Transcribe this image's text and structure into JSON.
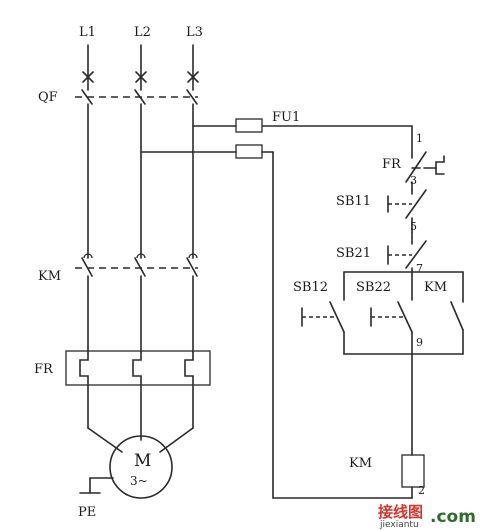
{
  "labels": {
    "l1": "L1",
    "l2": "L2",
    "l3": "L3",
    "qf": "QF",
    "fu1": "FU1",
    "km_main": "KM",
    "fr_main": "FR",
    "motor_m": "M",
    "motor_phase": "3~",
    "pe": "PE",
    "fr_ctrl": "FR",
    "sb11": "SB11",
    "sb21": "SB21",
    "sb12": "SB12",
    "sb22": "SB22",
    "km_aux": "KM",
    "km_coil": "KM"
  },
  "nodes": {
    "n1": "1",
    "n3": "3",
    "n5": "5",
    "n7": "7",
    "n9": "9",
    "n2": "2"
  },
  "watermark": {
    "brand": "接线图",
    "site": "jiexiantu",
    "domain": ".com"
  }
}
